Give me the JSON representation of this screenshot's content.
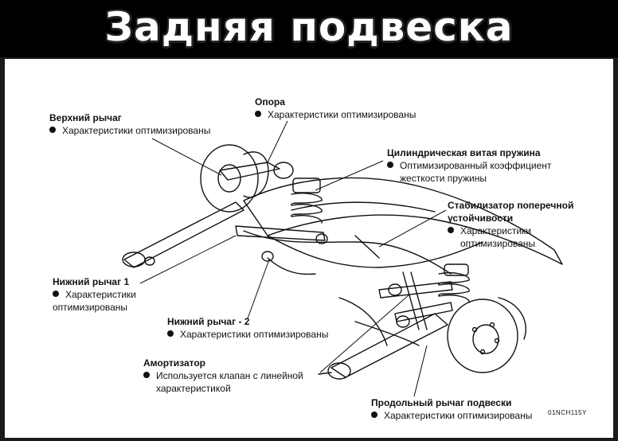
{
  "title": "Задняя подвеска",
  "figure_code": "01NCH115Y",
  "labels": {
    "upper_arm": {
      "heading": "Верхний рычаг",
      "lines": [
        "Характеристики оптимизированы"
      ]
    },
    "support": {
      "heading": "Опора",
      "lines": [
        "Характеристики оптимизированы"
      ]
    },
    "coil_spring": {
      "heading": "Цилиндрическая витая пружина",
      "lines": [
        "Оптимизированный коэффициент",
        "жесткости пружины"
      ]
    },
    "stabilizer": {
      "heading": [
        "Стабилизатор поперечной",
        "устойчивости"
      ],
      "lines": [
        "Характеристики",
        "оптимизированы"
      ]
    },
    "lower_arm_1": {
      "heading": "Нижний рычаг 1",
      "lines": [
        "Характеристики",
        "оптимизированы"
      ]
    },
    "lower_arm_2": {
      "heading": "Нижний рычаг - 2",
      "lines": [
        "Характеристики оптимизированы"
      ]
    },
    "shock_absorber": {
      "heading": "Амортизатор",
      "lines": [
        "Используется клапан с линейной",
        "характеристикой"
      ]
    },
    "trailing_arm": {
      "heading": "Продольный рычаг подвески",
      "lines": [
        "Характеристики оптимизированы"
      ]
    }
  }
}
